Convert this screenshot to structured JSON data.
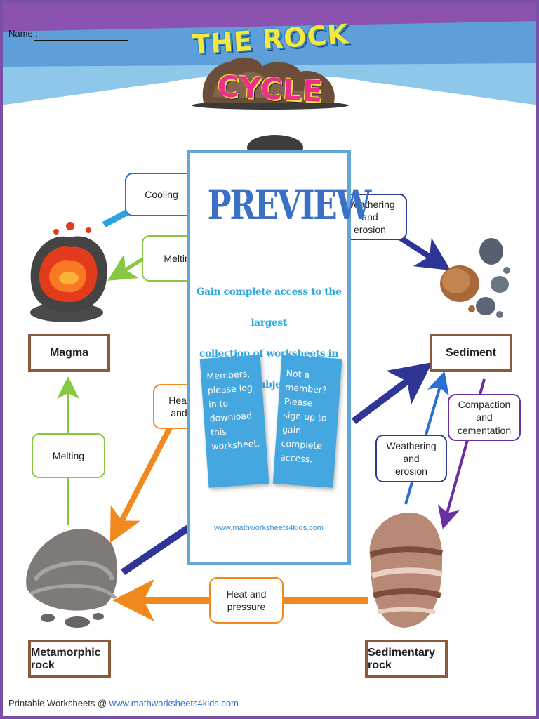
{
  "header": {
    "name_label": "Name :",
    "title_line1": "THE ROCK",
    "title_line2": "CYCLE"
  },
  "rocks": {
    "magma": "Magma",
    "sediment": "Sediment",
    "metamorphic": "Metamorphic rock",
    "sedimentary": "Sedimentary rock"
  },
  "processes": {
    "cooling": "Cooling",
    "melting_top": "Melting",
    "melting_left": "Melting",
    "heat_partial": "Heat and",
    "weathering_top_line1": "Weathering and",
    "weathering_top_line2": "erosion",
    "compaction_line1": "Compaction and",
    "compaction_line2": "cementation",
    "weathering_right_line1": "Weathering and",
    "weathering_right_line2": "erosion",
    "heat_pressure": "Heat and pressure"
  },
  "preview": {
    "title": "PREVIEW",
    "line1": "Gain complete access to the largest",
    "line2": "collection of worksheets in all subjects!",
    "card_members": "Members, please log in to download this worksheet.",
    "card_non_members": "Not a member? Please sign up to gain complete access.",
    "url": "www.mathworksheets4kids.com"
  },
  "footer": {
    "prefix": "Printable Worksheets @ ",
    "url": "www.mathworksheets4kids.com"
  },
  "colors": {
    "header_purple": "#8b52b0",
    "header_blue": "#5e9fda",
    "accent_blue": "#2d6fd0",
    "arrow_green": "#86c940",
    "arrow_orange": "#f08a1f",
    "arrow_navy": "#2e3595",
    "arrow_purple": "#6a2fa0",
    "arrow_cyan": "#2aa4e0",
    "label_brown": "#8b5a3c"
  }
}
